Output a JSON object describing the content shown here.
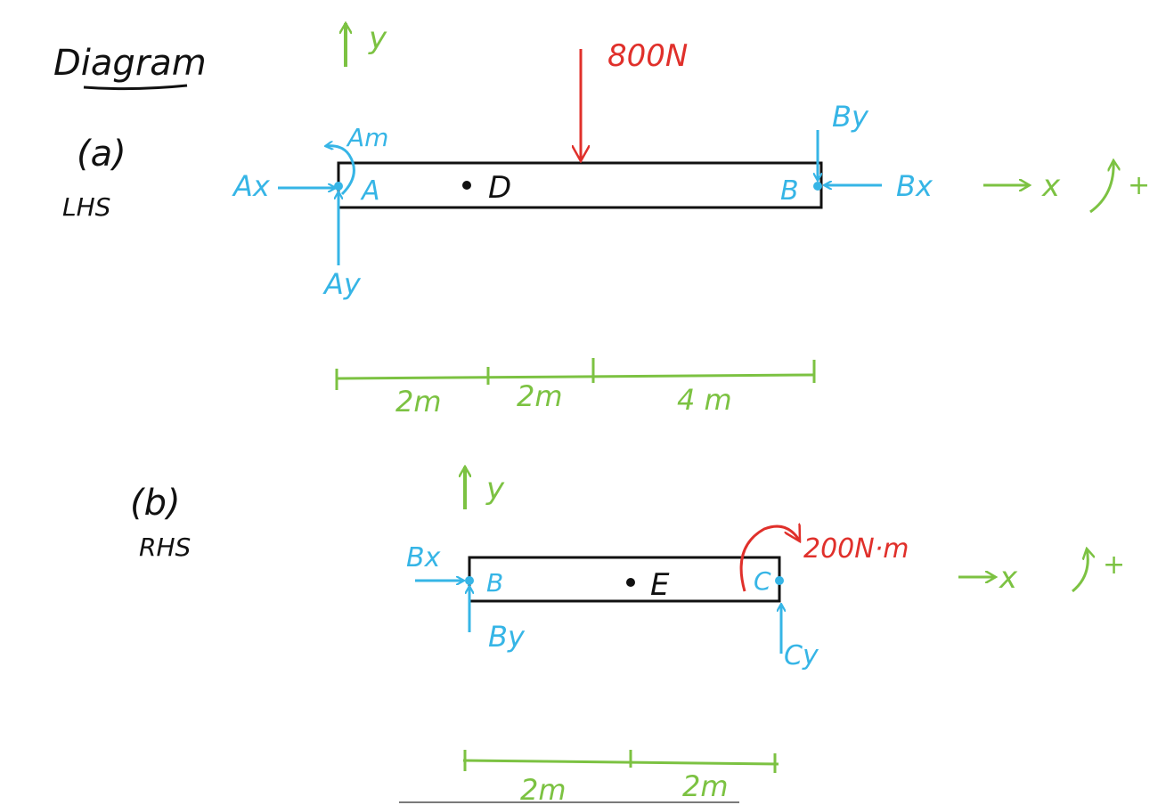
{
  "title": "Diagram",
  "colors": {
    "ink": "#111111",
    "force": "#36b5e6",
    "load": "#e0302b",
    "axis": "#7cc242"
  },
  "panel_a": {
    "tag": "(a)",
    "side": "LHS",
    "load": "800N",
    "point_a": "A",
    "point_b": "B",
    "centroid": "D",
    "moment_a": "Am",
    "force_ax": "Ax",
    "force_ay": "Ay",
    "force_bx": "Bx",
    "force_by": "By",
    "axis_y": "y",
    "axis_x": "x",
    "sign": "+",
    "dims": [
      "2m",
      "2m",
      "4 m"
    ]
  },
  "panel_b": {
    "tag": "(b)",
    "side": "RHS",
    "moment": "200N·m",
    "point_b": "B",
    "point_c": "C",
    "centroid": "E",
    "force_bx": "Bx",
    "force_by": "By",
    "force_cy": "Cy",
    "axis_y": "y",
    "axis_x": "x",
    "sign": "+",
    "dims": [
      "2m",
      "2m"
    ]
  }
}
